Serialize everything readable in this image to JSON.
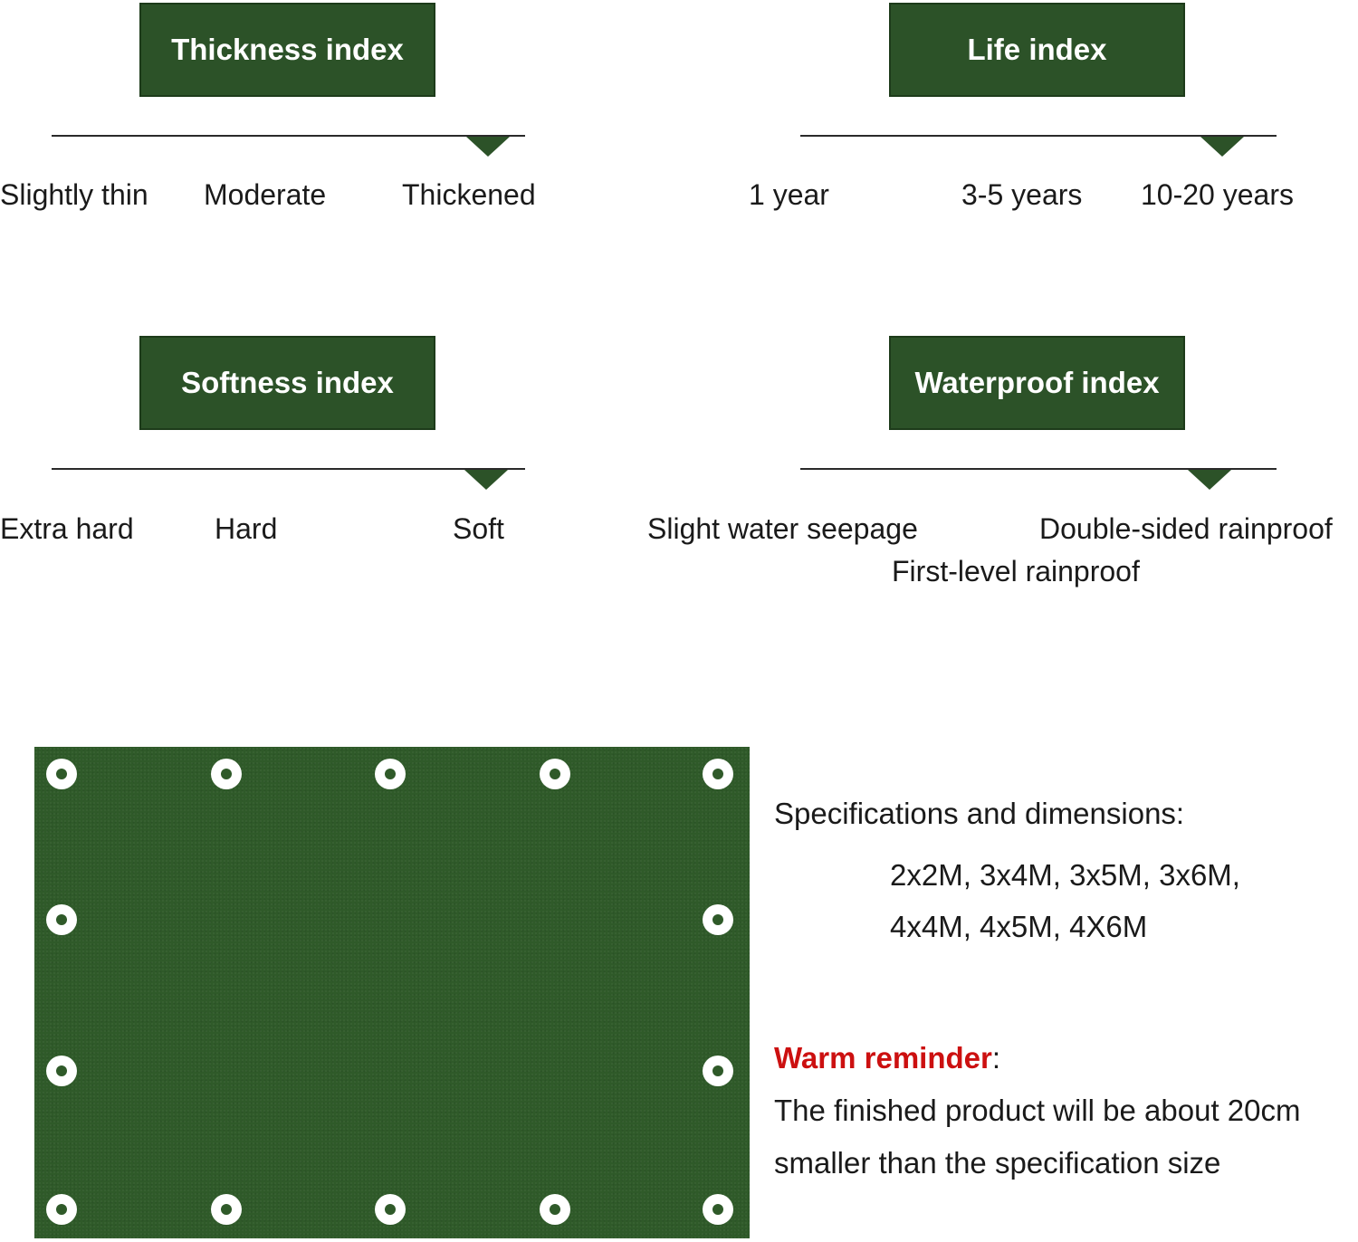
{
  "indices": {
    "thickness": {
      "title": "Thickness index",
      "levels": [
        "Slightly thin",
        "Moderate",
        "Thickened"
      ],
      "selected": "Thickened"
    },
    "life": {
      "title": "Life index",
      "levels": [
        "1 year",
        "3-5 years",
        "10-20 years"
      ],
      "selected": "10-20 years"
    },
    "softness": {
      "title": "Softness index",
      "levels": [
        "Extra hard",
        "Hard",
        "Soft"
      ],
      "selected": "Soft"
    },
    "waterproof": {
      "title": "Waterproof index",
      "levels": [
        "Slight water seepage",
        "First-level rainproof",
        "Double-sided rainproof"
      ],
      "selected": "Double-sided rainproof"
    }
  },
  "specs": {
    "heading": "Specifications and dimensions:",
    "sizes_line1": "2x2M, 3x4M, 3x5M, 3x6M,",
    "sizes_line2": "4x4M, 4x5M, 4X6M"
  },
  "reminder": {
    "label": "Warm reminder",
    "colon": ":",
    "line1": "The finished product will be about 20cm",
    "line2": "smaller than the specification size"
  },
  "colors": {
    "brand_green": "#2c5228",
    "tarp_green": "#2f5a29",
    "reminder_red": "#cc1010"
  }
}
